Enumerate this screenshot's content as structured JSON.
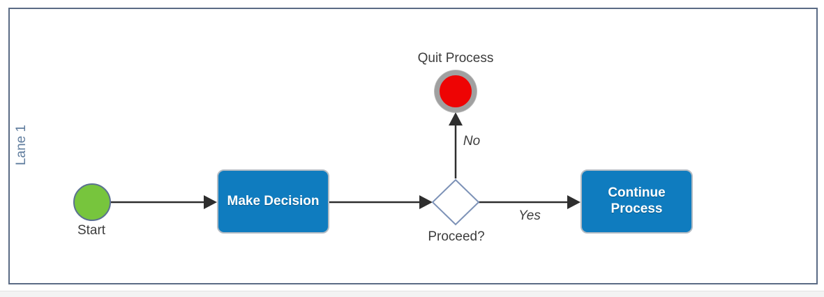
{
  "lane": {
    "label": "Lane 1"
  },
  "nodes": {
    "start": {
      "label": "Start"
    },
    "make_decision": {
      "label": "Make Decision"
    },
    "gateway": {
      "label": "Proceed?"
    },
    "quit_process": {
      "label": "Quit Process"
    },
    "continue_process": {
      "label": "Continue Process"
    }
  },
  "edges": {
    "yes": {
      "label": "Yes"
    },
    "no": {
      "label": "No"
    }
  },
  "colors": {
    "task_fill": "#0f7cbf",
    "task_border": "#b4bcc4",
    "task_text": "#ffffff",
    "start_fill": "#77c53d",
    "start_border": "#5b7191",
    "end_fill": "#ee0404",
    "end_ring": "#a0a0a0",
    "gateway_border": "#7d92b7",
    "gateway_fill": "#ffffff",
    "lane_border": "#5a6b85",
    "lane_label": "#607d9e",
    "connector": "#2e2e2e",
    "label_text": "#3c3c3c"
  }
}
